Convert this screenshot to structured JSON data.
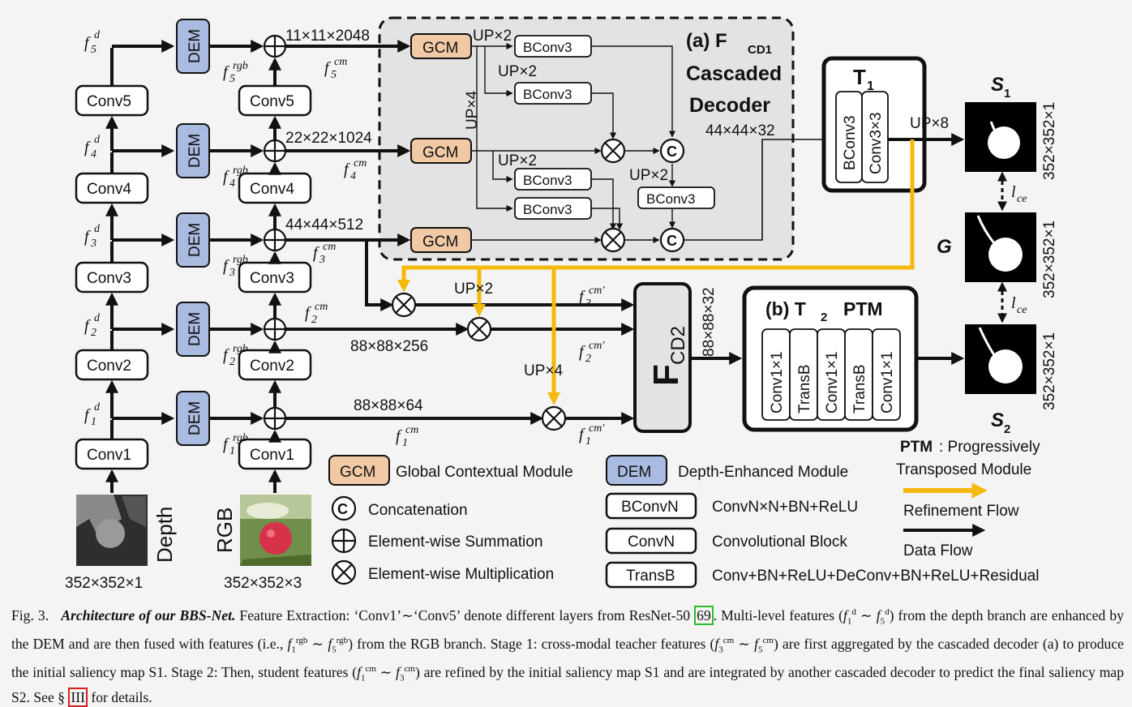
{
  "diagram": {
    "backbone": {
      "depth_convs": [
        "Conv1",
        "Conv2",
        "Conv3",
        "Conv4",
        "Conv5"
      ],
      "rgb_convs": [
        "Conv1",
        "Conv2",
        "Conv3",
        "Conv4",
        "Conv5"
      ],
      "depth_label": "Depth",
      "rgb_label": "RGB",
      "depth_size": "352×352×1",
      "rgb_size": "352×352×3",
      "dem_label": "DEM",
      "f_d_sup": "d",
      "f_rgb_sup": "rgb"
    },
    "feature_sizes": {
      "f5": "11×11×2048",
      "f4": "22×22×1024",
      "f3": "44×44×512",
      "f2": "88×88×256",
      "f1": "88×88×64",
      "decoder_out": "44×44×32",
      "fcd2_out": "88×88×32"
    },
    "feature_sub": "cm",
    "feature_sub_prime": "cm′",
    "cascaded_decoder": {
      "title": "(a) F",
      "title_sub": "CD1",
      "line2": "Cascaded",
      "line3": "Decoder",
      "gcm_label": "GCM",
      "bconv3_label": "BConv3",
      "up2": "UP×2",
      "up4": "UP×4",
      "concat_symbol": "C"
    },
    "teacher": {
      "title": "T",
      "sub": "1",
      "block_a": "BConv3",
      "block_b": "Conv3×3",
      "up8": "UP×8"
    },
    "fcd2": {
      "title": "F",
      "sub": "CD2"
    },
    "ptm": {
      "title": "(b) T",
      "title_sub": "2",
      "title_right": "PTM",
      "blocks": [
        "Conv1×1",
        "TransB",
        "Conv1×1",
        "TransB",
        "Conv1×1"
      ]
    },
    "refine_ups": {
      "up2": "UP×2",
      "up4": "UP×4"
    },
    "outputs": {
      "s1": "S",
      "s1_sub": "1",
      "g": "G",
      "s2": "S",
      "s2_sub": "2",
      "size": "352×352×1",
      "loss": "l",
      "loss_sub": "ce"
    },
    "legend": {
      "gcm": {
        "key": "GCM",
        "text": "Global Contextual Module"
      },
      "dem": {
        "key": "DEM",
        "text": "Depth-Enhanced Module"
      },
      "concat": {
        "key": "C",
        "text": "Concatenation"
      },
      "sum": {
        "text": "Element-wise Summation"
      },
      "mul": {
        "text": "Element-wise Multiplication"
      },
      "bconvn": {
        "key": "BConvN",
        "text": "ConvN×N+BN+ReLU"
      },
      "convn": {
        "key": "ConvN",
        "text": "Convolutional Block"
      },
      "transb": {
        "key": "TransB",
        "text": "Conv+BN+ReLU+DeConv+BN+ReLU+Residual"
      },
      "ptm_bold": "PTM",
      "ptm_text1": ": Progressively",
      "ptm_text2": "Transposed Module",
      "refinement_flow": "Refinement Flow",
      "data_flow": "Data Flow"
    },
    "colors": {
      "dem": "#a9bbe0",
      "gcm": "#f1c9a4",
      "refinement": "#f5b90b",
      "decoder_bg": "#e3e3e3"
    }
  },
  "caption": {
    "fig": "Fig. 3.",
    "title": "Architecture of our BBS-Net.",
    "p1": "Feature Extraction: ‘Conv1’∼‘Conv5’ denote different layers from ResNet-50",
    "ref1": "69",
    "p2": ". Multi-level features (",
    "p3": "from the depth branch are enhanced by the DEM and are then fused with features (i.e., ",
    "p4": ") from the RGB branch. Stage 1: cross-modal teacher features (",
    "p5": ") are first aggregated by the cascaded decoder (a) to produce the initial saliency map S1. Stage 2: Then, student features (",
    "p6": ") are refined by the initial saliency map S1 and are integrated by another cascaded decoder to predict the final saliency map S2. See §",
    "ref2": "III",
    "p7": "for details."
  }
}
